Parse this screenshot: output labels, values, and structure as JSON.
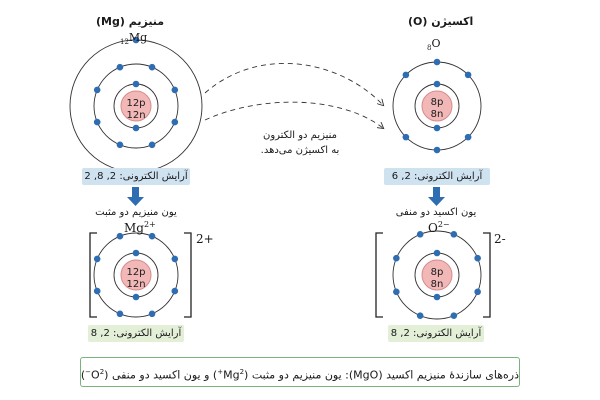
{
  "magnesium": {
    "title": "منیزیم (Mg)",
    "symbol": "Mg",
    "atomic_number": "12",
    "nucleus_protons": "12p",
    "nucleus_neutrons": "12n",
    "shells": [
      2,
      8,
      2
    ],
    "config_label": "آرایش الکترونی: 2, 8, 2",
    "ion_caption": "یون منیزیم دو مثبت",
    "ion_symbol": "Mg",
    "ion_charge_sup": "2+",
    "ion_bracket_charge": "2+",
    "ion_shells": [
      2,
      8
    ],
    "ion_config_label": "آرایش الکترونی: 2, 8"
  },
  "oxygen": {
    "title": "اکسیژن (O)",
    "symbol": "O",
    "atomic_number": "8",
    "nucleus_protons": "8p",
    "nucleus_neutrons": "8n",
    "shells": [
      2,
      6
    ],
    "config_label": "آرایش الکترونی: 2, 6",
    "ion_caption": "یون اکسید دو منفی",
    "ion_symbol": "O",
    "ion_charge_sup": "2−",
    "ion_bracket_charge": "2-",
    "ion_shells": [
      2,
      8
    ],
    "ion_config_label": "آرایش الکترونی: 2, 8"
  },
  "transfer": {
    "line1": "منیزیم دو الکترون",
    "line2": "به اکسیژن می‌دهد."
  },
  "footer": {
    "text_part1": "ذره‌های سازندهٔ منیزیم اکسید (MgO): یون منیزیم دو مثبت (Mg",
    "sup1": "2+",
    "text_part2": ") و یون اکسید دو منفی (O",
    "sup2": "2−",
    "text_part3": ")"
  },
  "colors": {
    "shell": "#333333",
    "electron": "#2f6db3",
    "nucleus_fill": "#f2b8b8",
    "nucleus_stroke": "#d88a8a",
    "config_box": "#cfe2f0",
    "ion_config_box": "#e4efd8",
    "down_arrow": "#2f6db3",
    "footer_border": "#7bb17a"
  },
  "icons": [
    "electron-dot",
    "down-arrow-icon",
    "dashed-transfer-arrow"
  ]
}
